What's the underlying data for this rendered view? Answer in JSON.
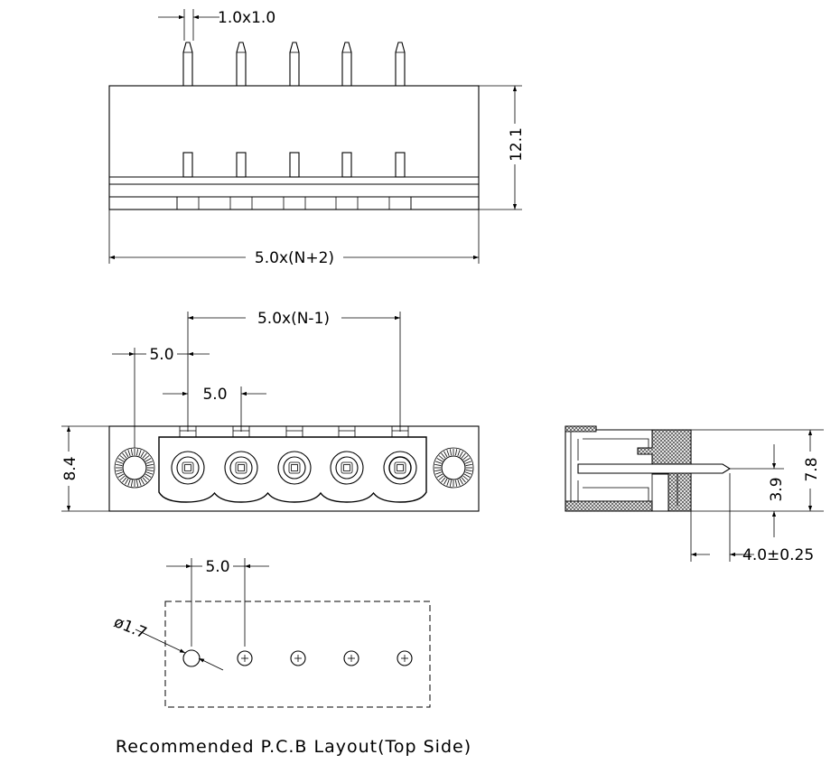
{
  "dimensions": {
    "pin_section": "1.0x1.0",
    "height": "12.1",
    "overall_length": "5.0x(N+2)",
    "pin_span": "5.0x(N-1)",
    "flange_to_pin": "5.0",
    "pitch_front": "5.0",
    "body_height": "8.4",
    "side_height": "7.8",
    "pin_height": "3.9",
    "pin_length": "4.0±0.25",
    "pcb_pitch": "5.0",
    "hole_diameter": "ø1.7"
  },
  "caption": "Recommended P.C.B Layout(Top Side)",
  "colors": {
    "line": "#000000",
    "hatch": "#555555"
  }
}
